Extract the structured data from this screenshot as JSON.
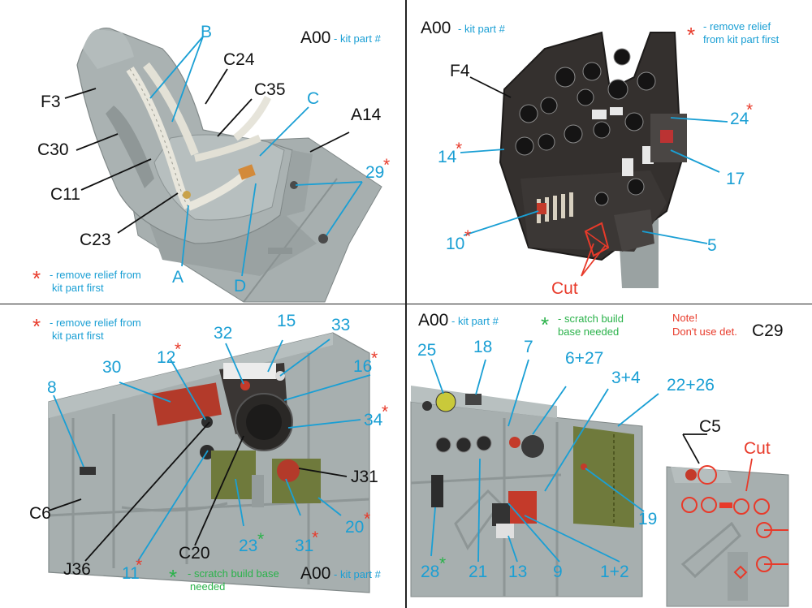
{
  "colors": {
    "black_label": "#111111",
    "cyan_label": "#1a9fd4",
    "red_marker": "#e83a2a",
    "green_marker": "#2ab24a",
    "resin_grey": "#a8b0b0",
    "panel_dark": "#2e2c2a"
  },
  "common": {
    "kit_part_prefix": "A00",
    "kit_part_suffix": "- kit part #",
    "asterisk": "*"
  },
  "seat_panel": {
    "labels_black": [
      "F3",
      "C24",
      "C35",
      "A14",
      "C30",
      "C11",
      "C23"
    ],
    "labels_cyan": [
      "B",
      "C",
      "29",
      "A",
      "D"
    ],
    "note_line1": "- remove relief from",
    "note_line2": "kit part first"
  },
  "instrument_panel": {
    "labels_black": [
      "F4"
    ],
    "labels_cyan": [
      "24",
      "14",
      "17",
      "10",
      "5"
    ],
    "note_line1": "- remove relief",
    "note_line2": "from kit part first",
    "cut_label": "Cut"
  },
  "left_side_panel": {
    "note_line1": "- remove relief from",
    "note_line2": "kit part first",
    "labels_cyan": [
      "12",
      "32",
      "15",
      "33",
      "30",
      "8",
      "16",
      "34",
      "23",
      "31",
      "20",
      "11"
    ],
    "labels_black": [
      "J31",
      "C6",
      "C20",
      "J36"
    ],
    "scratch_line1": "- scratch build base",
    "scratch_line2": "needed"
  },
  "right_side_panel": {
    "scratch_line1": "- scratch build",
    "scratch_line2": "base needed",
    "note_line1": "Note!",
    "note_line2": "Don't use det.",
    "note_part": "C29",
    "labels_cyan": [
      "25",
      "18",
      "7",
      "6+27",
      "3+4",
      "22+26",
      "19",
      "28",
      "21",
      "13",
      "9",
      "1+2"
    ],
    "labels_black": [
      "C5"
    ],
    "cut_label": "Cut"
  }
}
